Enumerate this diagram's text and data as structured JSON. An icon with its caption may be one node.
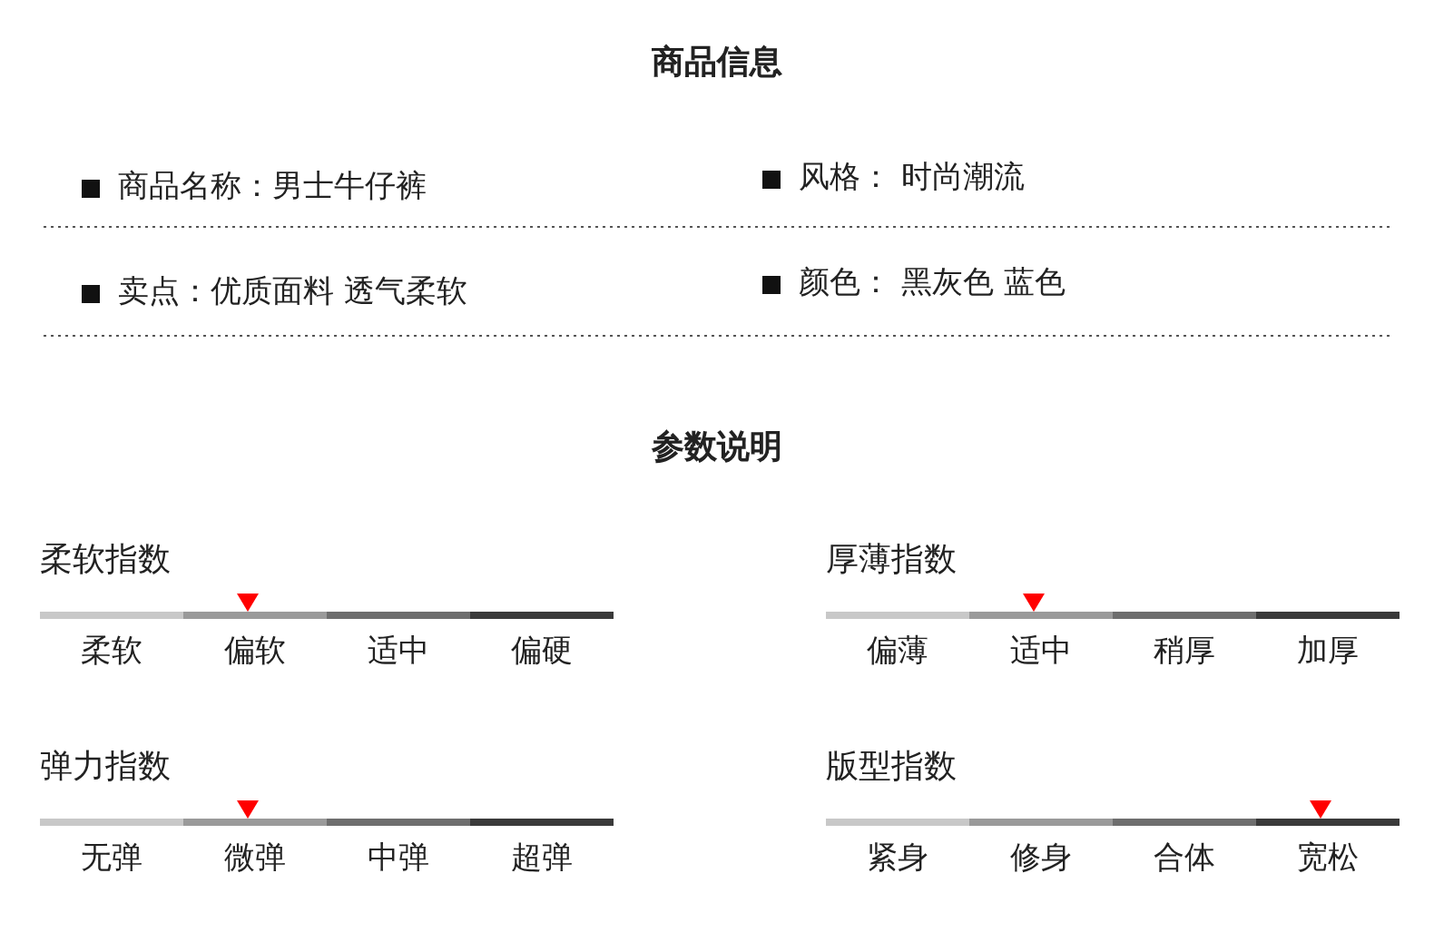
{
  "diagram": {
    "labels": [
      "商品信息",
      "商品名称：男士牛仔裤",
      "风格： 时尚潮流",
      "卖点：优质面料 透气柔软",
      "颜色： 黑灰色 蓝色",
      "参数说明",
      "柔软指数",
      "柔软",
      "偏软",
      "适中",
      "偏硬",
      "厚薄指数",
      "偏薄",
      "适中",
      "稍厚",
      "加厚",
      "弹力指数",
      "无弹",
      "微弹",
      "中弹",
      "超弹",
      "版型指数",
      "紧身",
      "修身",
      "合体",
      "宽松"
    ]
  }
}
